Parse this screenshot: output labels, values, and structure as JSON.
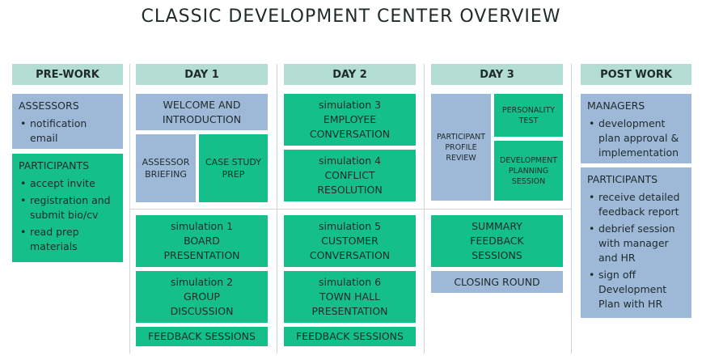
{
  "title": "CLASSIC DEVELOPMENT CENTER OVERVIEW",
  "headers": {
    "prework": "PRE-WORK",
    "day1": "DAY 1",
    "day2": "DAY 2",
    "day3": "DAY 3",
    "postwork": "POST WORK"
  },
  "prework": {
    "assessors": {
      "heading": "ASSESSORS",
      "items": [
        "notification email"
      ]
    },
    "participants": {
      "heading": "PARTICIPANTS",
      "items": [
        "accept invite",
        "registration and submit bio/cv",
        "read prep materials"
      ]
    }
  },
  "day1": {
    "welcome": "WELCOME AND INTRODUCTION",
    "assessor_briefing": "ASSESSOR BRIEFING",
    "case_study": "CASE STUDY PREP",
    "sim1": "simulation 1 BOARD PRESENTATION",
    "sim2": "simulation 2 GROUP DISCUSSION",
    "feedback": "FEEDBACK SESSIONS"
  },
  "day2": {
    "sim3": "simulation 3 EMPLOYEE CONVERSATION",
    "sim4": "simulation 4 CONFLICT RESOLUTION",
    "sim5": "simulation 5 CUSTOMER CONVERSATION",
    "sim6": "simulation 6 TOWN HALL PRESENTATION",
    "feedback": "FEEDBACK SESSIONS"
  },
  "day3": {
    "profile_review": "PARTICIPANT PROFILE REVIEW",
    "personality": "PERSONALITY TEST",
    "dev_planning": "DEVELOPMENT PLANNING SESSION",
    "summary": "SUMMARY FEEDBACK SESSIONS",
    "closing": "CLOSING ROUND"
  },
  "postwork": {
    "managers": {
      "heading": "MANAGERS",
      "items": [
        "development plan approval & implementation"
      ]
    },
    "participants": {
      "heading": "PARTICIPANTS",
      "items": [
        "receive detailed feedback report",
        "debrief session with manager and HR",
        "sign off Development Plan with HR"
      ]
    }
  },
  "colors": {
    "header": "#b3ddd2",
    "green": "#14bf8a",
    "blue": "#9eb9d8"
  }
}
